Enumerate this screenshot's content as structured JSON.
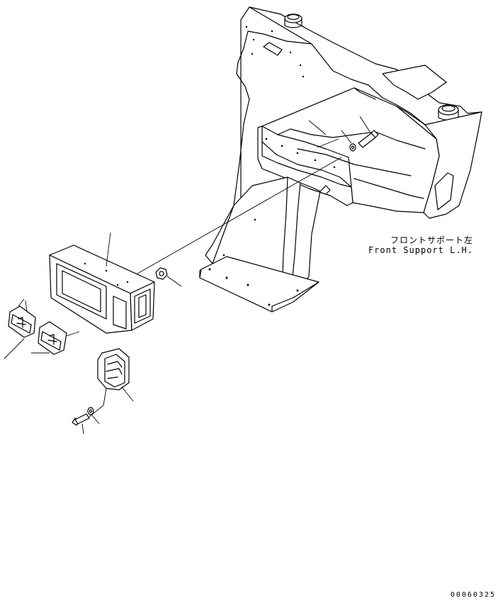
{
  "callouts": {
    "part_label_jp": "フロントサポート左",
    "part_label_en": "Front Support L.H."
  },
  "drawing_number": "00060325"
}
